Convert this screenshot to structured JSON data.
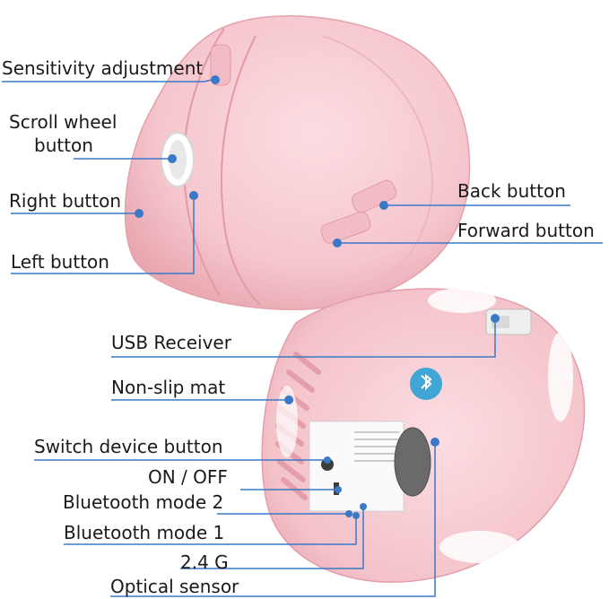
{
  "colors": {
    "body": "#f5c6cd",
    "body_shadow": "#e9a7b1",
    "body_light": "#fbdde1",
    "leader": "#3a78c8",
    "dot": "#3a78c8",
    "bt_badge": "#3fa6d6"
  },
  "labels": {
    "sensitivity": "Sensitivity adjustment",
    "scroll_line1": "Scroll wheel",
    "scroll_line2": "button",
    "right_button": "Right button",
    "left_button": "Left button",
    "back_button": "Back button",
    "forward_button": "Forward button",
    "usb_receiver": "USB Receiver",
    "non_slip": "Non-slip mat",
    "switch_device": "Switch device button",
    "on_off": "ON / OFF",
    "bt_mode2": "Bluetooth mode 2",
    "bt_mode1": "Bluetooth mode 1",
    "g24": "2.4 G",
    "optical": "Optical sensor"
  },
  "icons": {
    "bluetooth_badge": "bluetooth-icon"
  }
}
